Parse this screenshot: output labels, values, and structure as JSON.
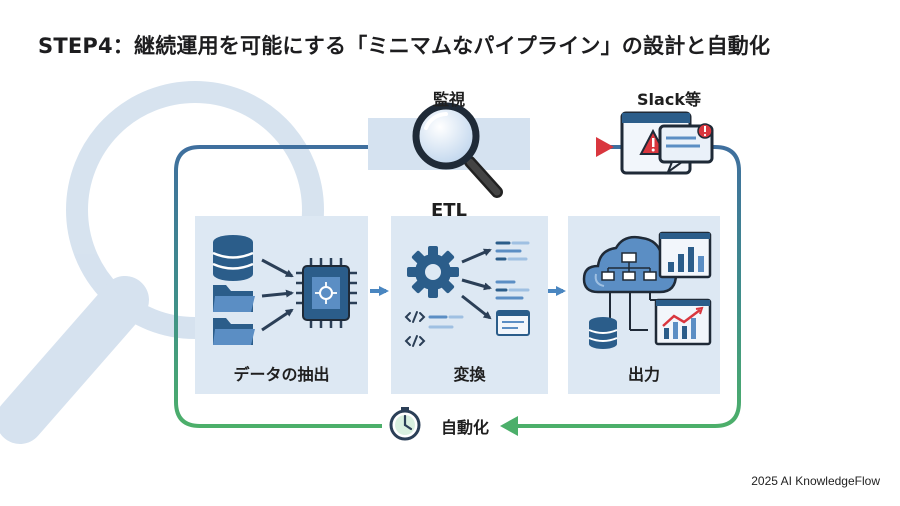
{
  "title": "STEP4：継続運用を可能にする「ミニマムなパイプライン」の設計と自動化",
  "nodes": {
    "monitor": "監視",
    "alert": "Slack等",
    "etl": "ETL",
    "extract": "データの抽出",
    "transform": "変換",
    "output": "出力",
    "automation": "自動化"
  },
  "footer": "2025 AI KnowledgeFlow",
  "colors": {
    "panel": "#dde8f3",
    "panel_highlight": "#d5e2f0",
    "dark_blue": "#2b5d8a",
    "mid_blue": "#5b8ec4",
    "light_blue": "#9fc0e2",
    "alert_red": "#d9363e",
    "loop_green": "#4caf6a",
    "loop_blue": "#3f6f9e",
    "watermark": "#c9d9ea"
  },
  "icons": [
    "magnifier-watermark-icon",
    "magnifier-icon",
    "alert-window-icon",
    "database-icon",
    "folder-icon",
    "processor-chip-icon",
    "gear-icon",
    "code-lines-icon",
    "cloud-hierarchy-icon",
    "bar-chart-icon",
    "line-chart-icon",
    "clock-icon"
  ]
}
